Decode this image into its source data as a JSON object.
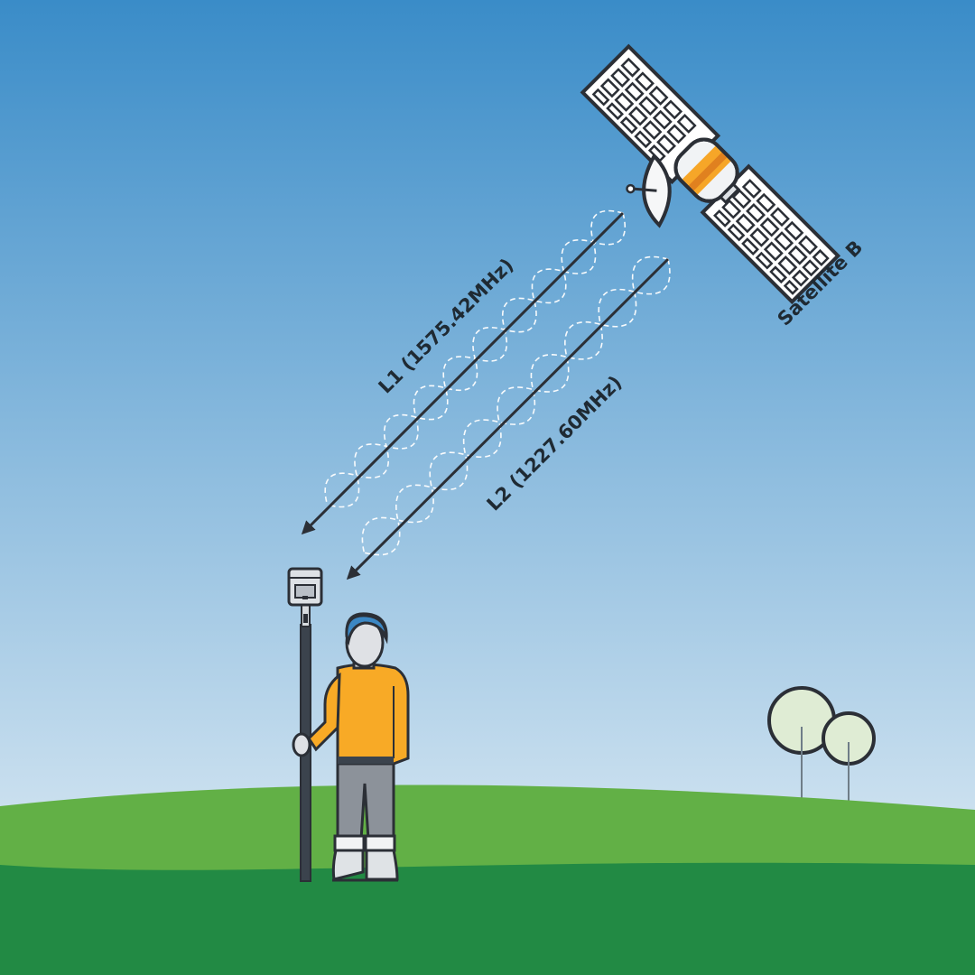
{
  "labels": {
    "satellite": "Satellite B",
    "signal_l1": "L1 (1575.42MHz)",
    "signal_l2": "L2 (1227.60MHz)"
  },
  "colors": {
    "sky_top": "#3a8cc8",
    "sky_bottom": "#e8f1f7",
    "grass_back": "#62b046",
    "grass_front": "#228a44",
    "shirt": "#f8aa26",
    "satellite_accent": "#f6a628",
    "hair": "#3b87c4",
    "outline": "#2b2f36"
  }
}
